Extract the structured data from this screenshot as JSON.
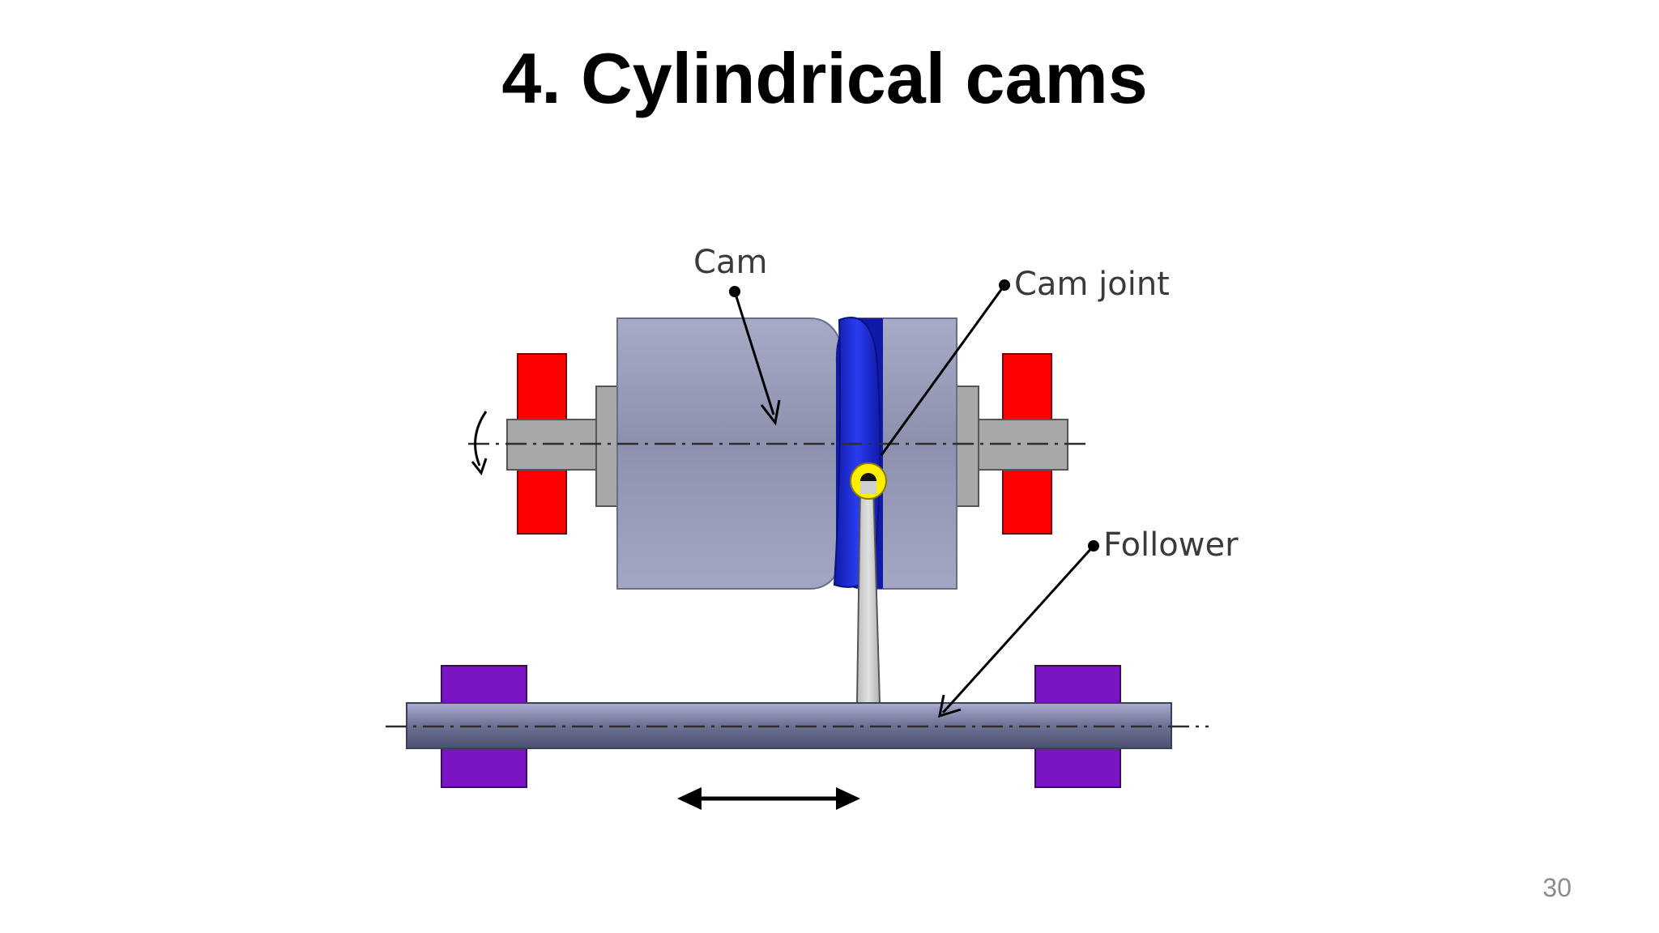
{
  "slide": {
    "title": "4. Cylindrical cams",
    "page_number": "30"
  },
  "diagram": {
    "labels": {
      "cam": "Cam",
      "cam_joint": "Cam joint",
      "follower": "Follower"
    },
    "colors": {
      "cam_body": "#8f93b0",
      "cam_groove": "#1c2bd6",
      "bearing_red": "#ff0000",
      "support_purple": "#7a14c4",
      "shaft_gray": "#a8a8a8",
      "follower_bar": "#6e7292",
      "joint_yellow": "#ffee00"
    }
  }
}
